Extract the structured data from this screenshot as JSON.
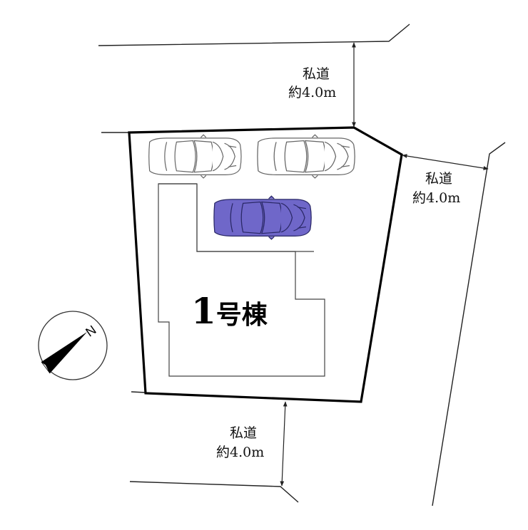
{
  "roads": {
    "north": {
      "name": "私道",
      "width": "約4.0m"
    },
    "east": {
      "name": "私道",
      "width": "約4.0m"
    },
    "south": {
      "name": "私道",
      "width": "約4.0m"
    }
  },
  "building": {
    "number": "1",
    "suffix": "号棟"
  },
  "compass": {
    "north_label": "N"
  },
  "parking": {
    "parked_cars": 3,
    "highlighted_car": 1
  },
  "colors": {
    "highlight_car": "#6f67c9",
    "line": "#000000"
  }
}
